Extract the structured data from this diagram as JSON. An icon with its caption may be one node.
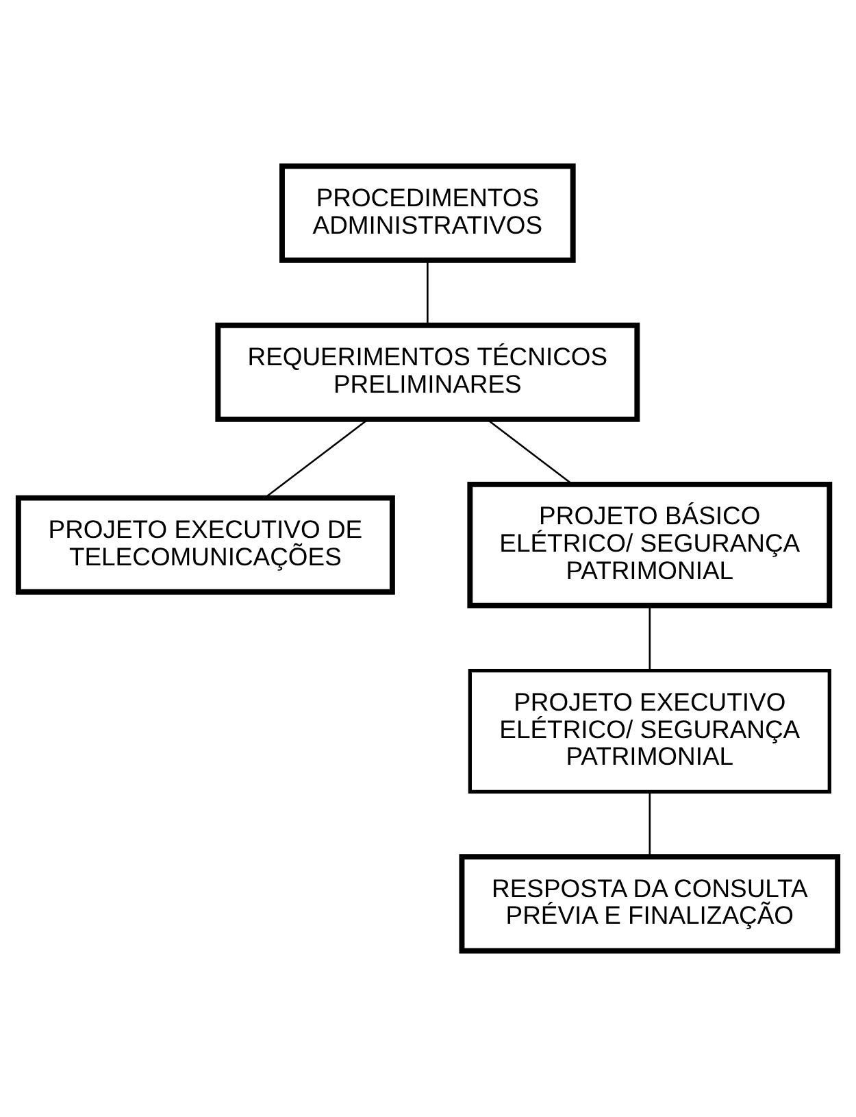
{
  "diagram": {
    "nodes": [
      {
        "text": [
          "PROCEDIMENTOS ADMINISTRATIVOS"
        ]
      },
      {
        "text": [
          "REQUERIMENTOS TÉCNICOS PRELIMINARES"
        ]
      },
      {
        "text": [
          "PROJETO EXECUTIVO DE TELECOMUNICAÇÕES"
        ]
      },
      {
        "text": [
          "PROJETO BÁSICO ELÉTRICO/ SEGURANÇA PATRIMONIAL"
        ]
      },
      {
        "text": [
          "PROJETO EXECUTIVO ELÉTRICO/ SEGURANÇA PATRIMONIAL"
        ]
      },
      {
        "text": [
          "RESPOSTA DA CONSULTA PRÉVIA E FINALIZAÇÃO"
        ]
      }
    ],
    "edges": [
      {
        "from": 0,
        "to": 1,
        "arrow": "none"
      },
      {
        "from": 1,
        "to": 2,
        "arrow": "none"
      },
      {
        "from": 1,
        "to": 3,
        "arrow": "none"
      },
      {
        "from": 3,
        "to": 4,
        "arrow": "none"
      },
      {
        "from": 4,
        "to": 5,
        "arrow": "none"
      }
    ]
  }
}
